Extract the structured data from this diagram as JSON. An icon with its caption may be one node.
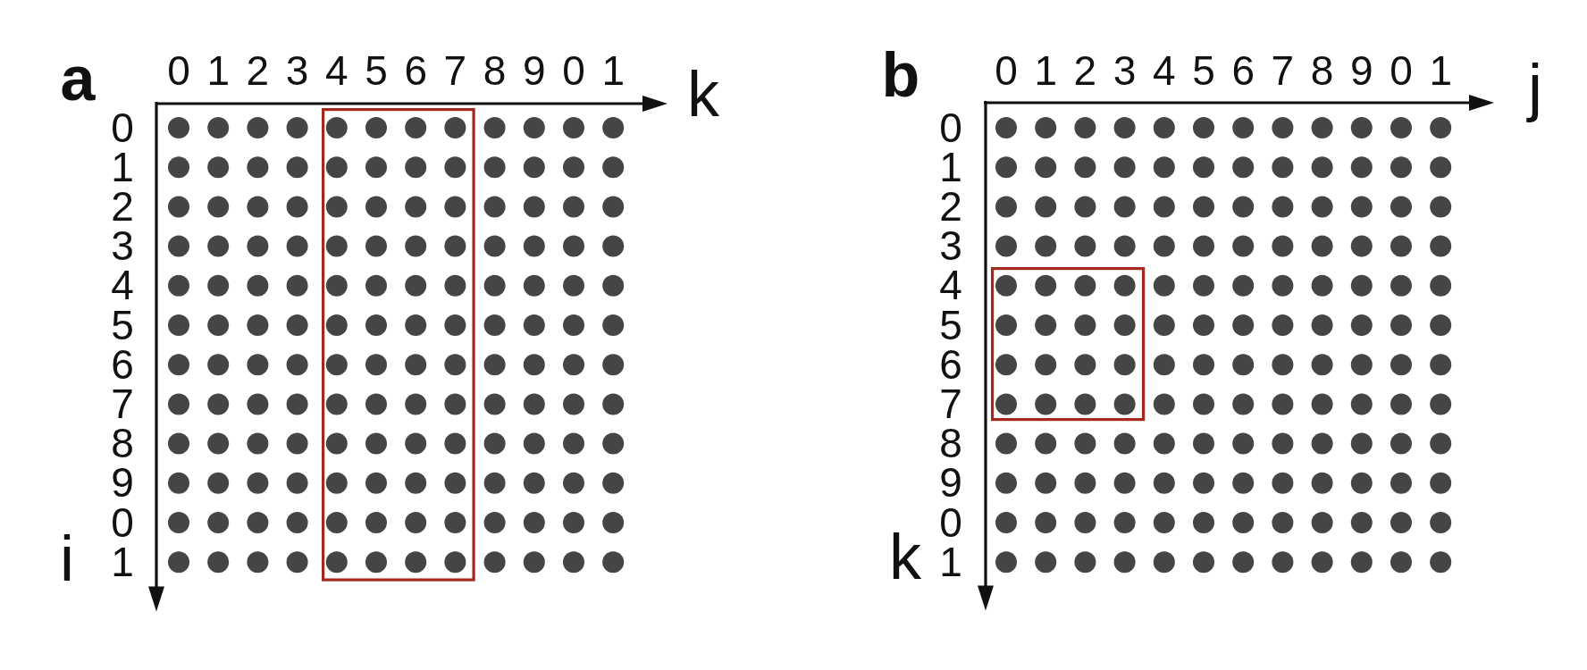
{
  "diagram": {
    "labels": [
      "a",
      "0",
      "1",
      "2",
      "3",
      "4",
      "5",
      "6",
      "7",
      "8",
      "9",
      "0",
      "1",
      "k",
      "0",
      "1",
      "2",
      "3",
      "4",
      "5",
      "6",
      "7",
      "8",
      "9",
      "0",
      "1",
      "i",
      "b",
      "0",
      "1",
      "2",
      "3",
      "4",
      "5",
      "6",
      "7",
      "8",
      "9",
      "0",
      "1",
      "j",
      "0",
      "1",
      "2",
      "3",
      "4",
      "5",
      "6",
      "7",
      "8",
      "9",
      "0",
      "1",
      "k"
    ]
  }
}
